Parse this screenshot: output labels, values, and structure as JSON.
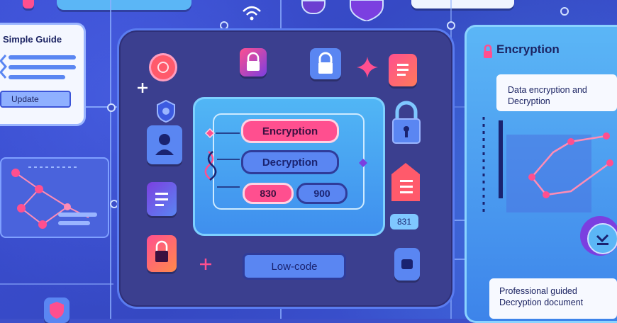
{
  "left_card": {
    "title": "Simple Guide",
    "button_label": "Update"
  },
  "center": {
    "encryption_label": "Encryption",
    "decryption_label": "Decryption",
    "code_a": "830",
    "code_b": "900",
    "low_code_label": "Low-code",
    "side_badge": "831"
  },
  "right_panel": {
    "title": "Encryption",
    "note_top": "Data encryption and Decryption",
    "note_bottom": "Professional guided Decryption document"
  },
  "colors": {
    "background": "#3d4fc9",
    "accent_pink": "#ff4f8f",
    "accent_blue": "#5a86f2",
    "panel_dark": "#3b3f8f",
    "card_light": "#51b6f5"
  },
  "icons": [
    "wifi-icon",
    "shield-icon",
    "lock-icon",
    "padlock-icon",
    "user-icon",
    "document-icon",
    "sparkle-icon",
    "plus-icon",
    "dna-icon",
    "check-icon"
  ]
}
